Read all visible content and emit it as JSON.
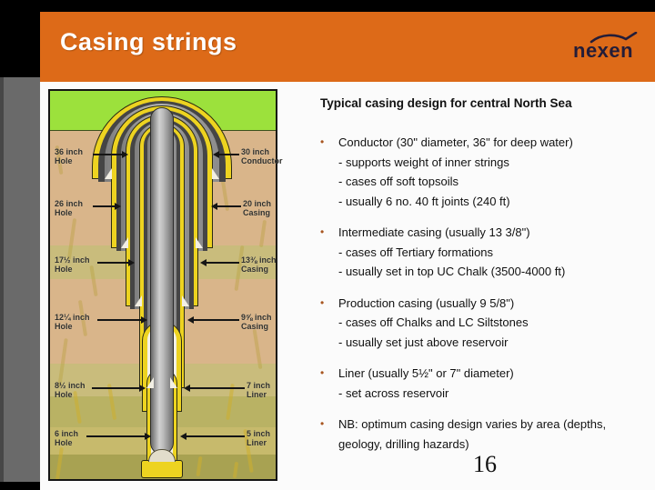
{
  "header": {
    "title": "Casing strings",
    "logo_text": "nexen"
  },
  "colors": {
    "header_orange": "#dd6a18",
    "casing_yellow": "#edd320",
    "grass_green": "#9ce13c",
    "soil_tan": "#d9b58a",
    "bullet_accent": "#a85520"
  },
  "content": {
    "heading": "Typical casing design for central North Sea",
    "bullet_glyph": "•",
    "bullets": [
      {
        "title": "Conductor (30\" diameter, 36\" for deep water)",
        "subs": [
          "- supports weight of inner strings",
          "- cases off soft topsoils",
          "- usually 6 no. 40 ft joints (240 ft)"
        ]
      },
      {
        "title": "Intermediate casing (usually 13 3/8\")",
        "subs": [
          "- cases off Tertiary formations",
          "- usually set in top UC Chalk (3500-4000 ft)"
        ]
      },
      {
        "title": "Production casing (usually 9 5/8\")",
        "subs": [
          "- cases off Chalks and LC Siltstones",
          "- usually set just above reservoir"
        ]
      },
      {
        "title": "Liner (usually 5½\" or 7\" diameter)",
        "subs": [
          "- set across reservoir"
        ]
      },
      {
        "title": "NB: optimum casing design varies by area (depths, geology, drilling hazards)",
        "subs": []
      }
    ],
    "page_number": "16"
  },
  "diagram": {
    "labels_left": [
      {
        "line1": "36 inch",
        "line2": "Hole"
      },
      {
        "line1": "26 inch",
        "line2": "Hole"
      },
      {
        "line1": "17½ inch",
        "line2": "Hole"
      },
      {
        "line1": "12¼ inch",
        "line2": "Hole"
      },
      {
        "line1": "8½ inch",
        "line2": "Hole"
      },
      {
        "line1": "6 inch",
        "line2": "Hole"
      }
    ],
    "labels_right": [
      {
        "line1": "30 inch",
        "line2": "Conductor"
      },
      {
        "line1": "20 inch",
        "line2": "Casing"
      },
      {
        "line1": "13⅜ inch",
        "line2": "Casing"
      },
      {
        "line1": "9⅝ inch",
        "line2": "Casing"
      },
      {
        "line1": "7 inch",
        "line2": "Liner"
      },
      {
        "line1": "5 inch",
        "line2": "Liner"
      }
    ]
  }
}
